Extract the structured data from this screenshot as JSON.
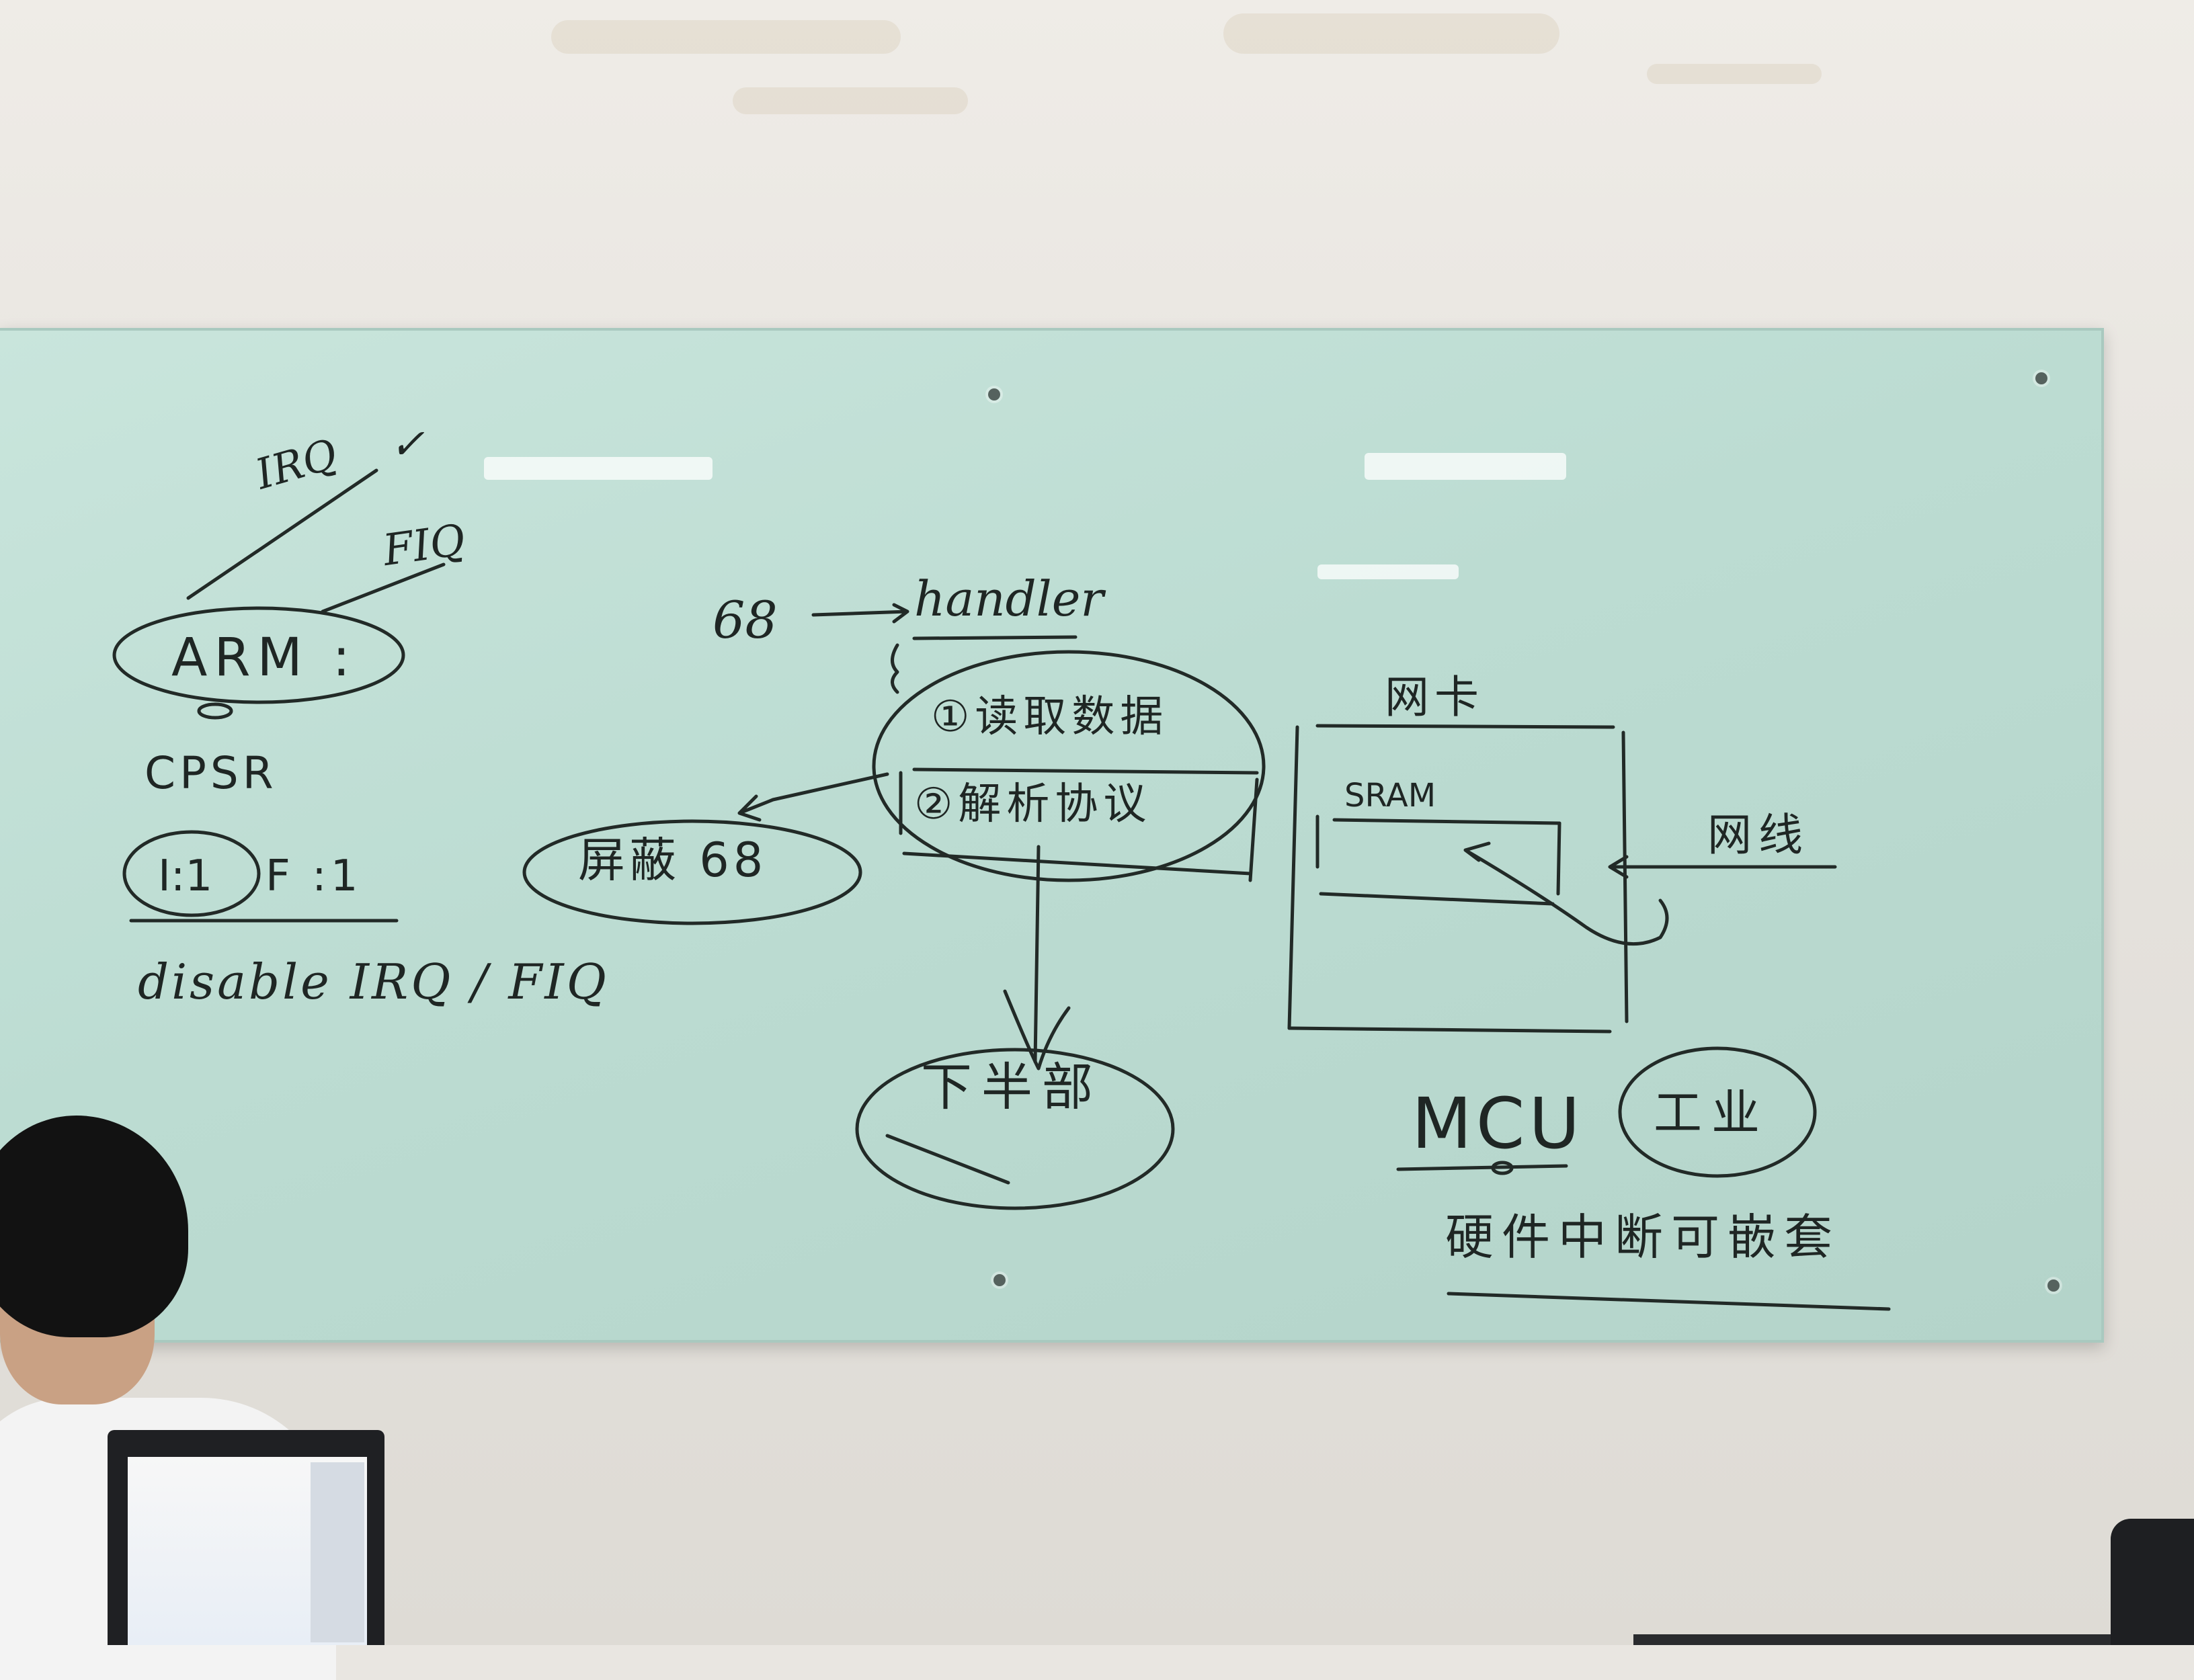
{
  "scene": "whiteboard",
  "colors": {
    "board": "#bfdcd3",
    "ink": "#1f2624",
    "wall": "#e9e6e1"
  },
  "left_notes": {
    "irq": "IRQ",
    "fiq": "FIQ",
    "arm": "ARM :",
    "cpsr": "CPSR",
    "i_bit": "I:1",
    "f_bit": "F :1",
    "disable": "disable IRQ / FIQ"
  },
  "center_notes": {
    "irq_num": "68",
    "handler": "handler",
    "step1": "①读取数据",
    "step2": "②解析协议",
    "mask": "屏蔽 68",
    "bottom_half": "下半部"
  },
  "right_notes": {
    "nic": "网卡",
    "sram": "SRAM",
    "cable": "网线",
    "mcu": "MCU",
    "industrial": "工业",
    "footer": "硬件中断可嵌套"
  }
}
